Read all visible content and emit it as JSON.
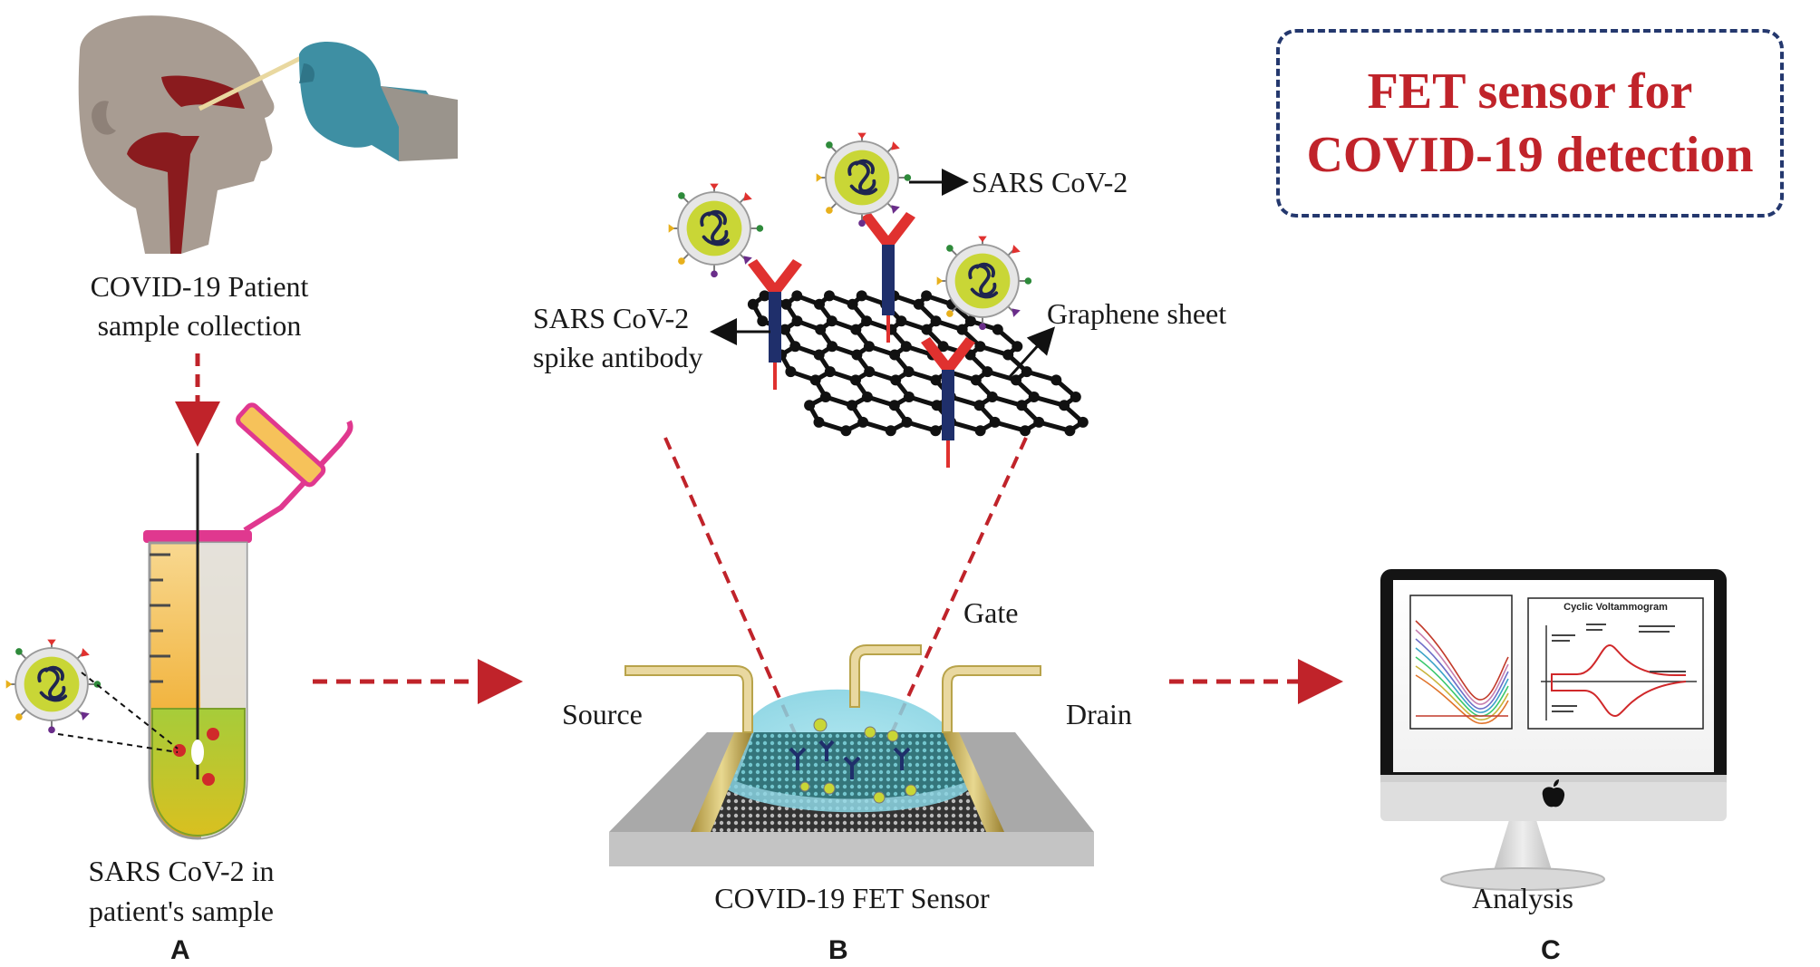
{
  "title": {
    "line1": "FET sensor for",
    "line2": "COVID-19 detection"
  },
  "panel_a": {
    "letter": "A",
    "collection_line1": "COVID-19 Patient",
    "collection_line2": "sample collection",
    "sample_line1": "SARS CoV-2 in",
    "sample_line2": "patient's sample"
  },
  "panel_b": {
    "letter": "B",
    "virus_label": "SARS CoV-2",
    "antibody_line1": "SARS CoV-2",
    "antibody_line2": "spike antibody",
    "graphene_label": "Graphene sheet",
    "gate_label": "Gate",
    "source_label": "Source",
    "drain_label": "Drain",
    "sensor_label": "COVID-19 FET Sensor"
  },
  "panel_c": {
    "letter": "C",
    "analysis_label": "Analysis",
    "cv_title": "Cyclic Voltammogram"
  },
  "colors": {
    "accent_red": "#c0232a",
    "arrow_red": "#c0232a",
    "antibody_navy": "#1f2f6b",
    "virus_yellow": "#c9d636",
    "box_border": "#24386e"
  }
}
